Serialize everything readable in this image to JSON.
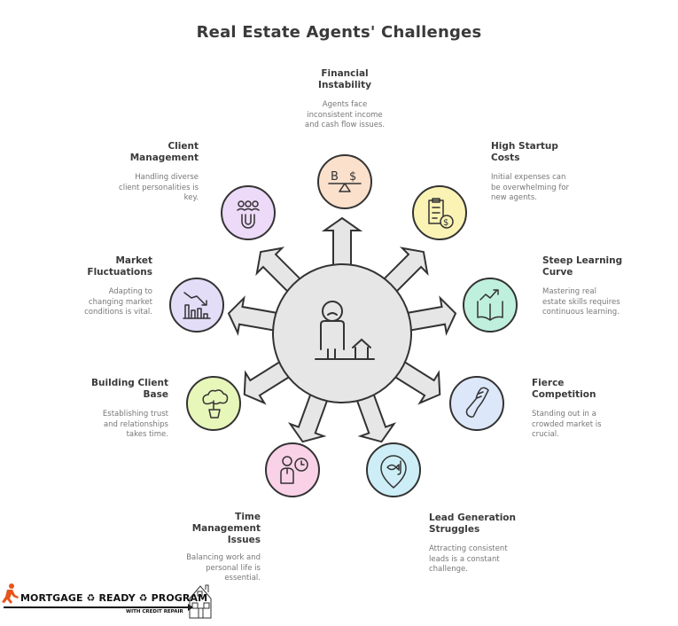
{
  "title": "Real Estate Agents' Challenges",
  "center": {
    "icon": "stressed-agent-with-house-icon",
    "fill": "#e6e6e6"
  },
  "challenges": [
    {
      "id": "financial-instability",
      "heading_line1": "Financial",
      "heading_line2": "Instability",
      "desc_line1": "Agents face",
      "desc_line2": "inconsistent income",
      "desc_line3": "and cash flow issues.",
      "icon": "balance-scale-dollar-icon",
      "color": "#fbe0cc"
    },
    {
      "id": "high-startup-costs",
      "heading_line1": "High Startup",
      "heading_line2": "Costs",
      "desc_line1": "Initial expenses can",
      "desc_line2": "be overwhelming for",
      "desc_line3": "new agents.",
      "icon": "clipboard-dollar-icon",
      "color": "#fbf3b4"
    },
    {
      "id": "steep-learning-curve",
      "heading_line1": "Steep Learning",
      "heading_line2": "Curve",
      "desc_line1": "Mastering real",
      "desc_line2": "estate skills requires",
      "desc_line3": "continuous learning.",
      "icon": "book-growth-icon",
      "color": "#bff0dd"
    },
    {
      "id": "fierce-competition",
      "heading_line1": "Fierce",
      "heading_line2": "Competition",
      "desc_line1": "Standing out in a",
      "desc_line2": "crowded market is",
      "desc_line3": "crucial.",
      "icon": "running-shoe-icon",
      "color": "#dce7fa"
    },
    {
      "id": "lead-generation-struggles",
      "heading_line1": "Lead Generation",
      "heading_line2": "Struggles",
      "desc_line1": "Attracting consistent",
      "desc_line2": "leads is a constant",
      "desc_line3": "challenge.",
      "icon": "fishing-location-icon",
      "color": "#cdeef6"
    },
    {
      "id": "time-management-issues",
      "heading_line1": "Time",
      "heading_line2": "Management",
      "heading_line3": "Issues",
      "desc_line1": "Balancing work and",
      "desc_line2": "personal life is",
      "desc_line3": "essential.",
      "icon": "person-clock-icon",
      "color": "#fad2e8"
    },
    {
      "id": "building-client-base",
      "heading_line1": "Building Client",
      "heading_line2": "Base",
      "desc_line1": "Establishing trust",
      "desc_line2": "and relationships",
      "desc_line3": "takes time.",
      "icon": "potted-tree-icon",
      "color": "#e7f6b9"
    },
    {
      "id": "market-fluctuations",
      "heading_line1": "Market",
      "heading_line2": "Fluctuations",
      "desc_line1": "Adapting to",
      "desc_line2": "changing market",
      "desc_line3": "conditions is vital.",
      "icon": "declining-chart-icon",
      "color": "#e3ddf8"
    },
    {
      "id": "client-management",
      "heading_line1": "Client",
      "heading_line2": "Management",
      "desc_line1": "Handling diverse",
      "desc_line2": "client personalities is",
      "desc_line3": "key.",
      "icon": "people-magnet-icon",
      "color": "#ecdaf8"
    }
  ],
  "logo": {
    "brand": "MORTGAGE ♻ READY ♻ PROGRAM",
    "subtitle": "WITH CREDIT REPAIR"
  }
}
